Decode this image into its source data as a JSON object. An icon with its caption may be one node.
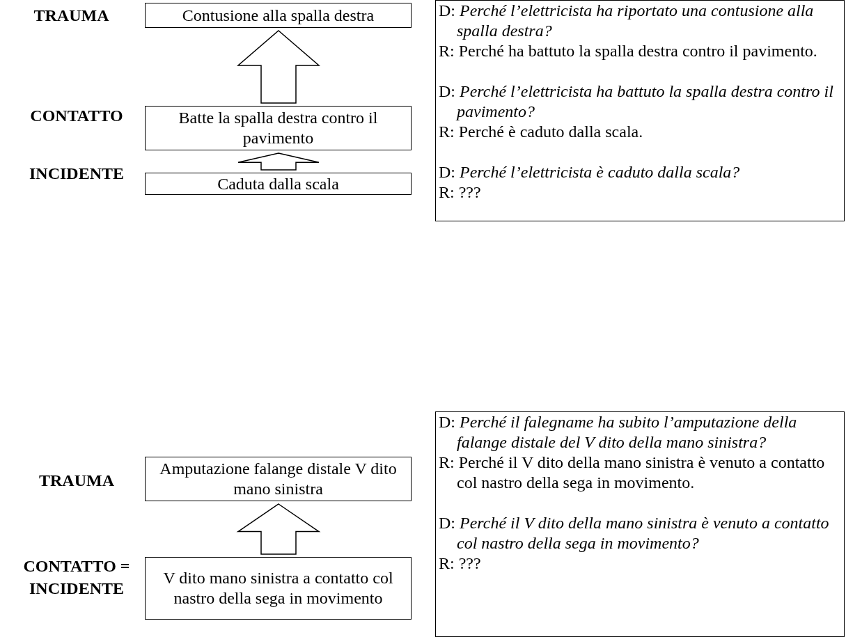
{
  "diagram": {
    "nodes": [
      {
        "text": [
          "Contusione alla spalla destra"
        ],
        "beside": [
          "TRAUMA"
        ]
      },
      {
        "text": [
          "Batte la spalla destra contro il pavimento"
        ],
        "beside": [
          "CONTATTO"
        ]
      },
      {
        "text": [
          "Caduta dalla scala"
        ],
        "beside": [
          "INCIDENTE"
        ]
      },
      {
        "text": [
          "D: *Perché l’elettricista ha riportato una contusione alla spalla destra?*",
          "R: Perché ha battuto la spalla destra contro il pavimento.",
          "D: *Perché l’elettricista ha battuto la spalla destra contro il pavimento?*",
          "R: Perché è caduto dalla scala.",
          "D: *Perché l’elettricista è caduto dalla scala?*",
          "R: ???"
        ]
      },
      {
        "text": [
          "Amputazione falange distale V dito mano sinistra"
        ],
        "beside": [
          "TRAUMA"
        ]
      },
      {
        "text": [
          "V dito mano sinistra a contatto col nastro della sega in movimento"
        ],
        "beside": [
          "CONTATTO = INCIDENTE"
        ]
      },
      {
        "text": [
          "D: *Perché il falegname ha subito l’amputazione della falange distale del V dito della mano sinistra?*",
          "R: Perché il V dito della mano sinistra è venuto a contatto col nastro della sega in movimento.",
          "D: *Perché il V dito della mano sinistra è venuto a contatto col nastro della sega in movimento?*",
          "R: ???"
        ]
      }
    ],
    "edges": [
      {
        "from": 2,
        "to": 1,
        "arrow": "to"
      },
      {
        "from": 1,
        "to": 0,
        "arrow": "to"
      },
      {
        "from": 5,
        "to": 4,
        "arrow": "to"
      }
    ]
  }
}
